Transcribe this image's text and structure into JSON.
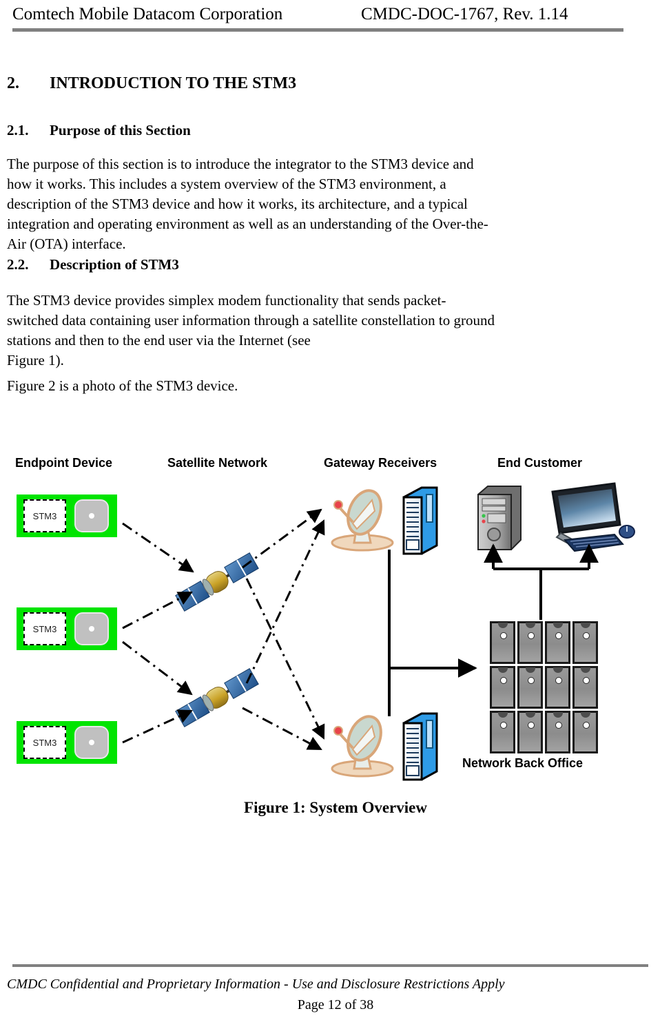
{
  "header": {
    "left": "Comtech Mobile Datacom Corporation",
    "right": "CMDC-DOC-1767, Rev. 1.14"
  },
  "sections": {
    "s2_number": "2.",
    "s2_title": "INTRODUCTION TO THE STM3",
    "s21_number": "2.1.",
    "s21_title": "Purpose of this Section",
    "s21_body": "The purpose of this section is to introduce the integrator to the STM3 device and how it works. This includes a system overview of the STM3 environment, a description of the STM3 device and how it works, its architecture, and a typical integration and operating environment as well as an understanding of the Over-the-Air (OTA) interface.",
    "s22_number": "2.2.",
    "s22_title": "Description of STM3",
    "s22_body": "The STM3 device provides simplex modem functionality that sends packet-switched data containing user information through a satellite constellation to ground stations and then to the end user via the Internet (see",
    "s22_ref": "Figure 1).",
    "s22_body2": "Figure 2 is a photo of the STM3 device."
  },
  "figure": {
    "caption": "Figure 1: System Overview",
    "columns": [
      {
        "label": "Endpoint Device"
      },
      {
        "label": "Satellite Network"
      },
      {
        "label": "Gateway Receivers"
      },
      {
        "label": "End Customer"
      }
    ],
    "endpoints": [
      {
        "label": "STM3"
      },
      {
        "label": "STM3"
      },
      {
        "label": "STM3"
      }
    ],
    "back_office_label": "Network Back Office",
    "back_office_unit_count": 12,
    "satellite_count": 2,
    "gateway_count": 2,
    "colors": {
      "endpoint_housing": "#00E400",
      "satellite_panel": "#2E6DB4",
      "satellite_body": "#C9A227",
      "dish_outline": "#D9A679",
      "dish_face": "#C9D8CF",
      "server_rack": "#2E9BE6",
      "back_office_unit": "#909090",
      "rule": "#808080"
    }
  },
  "footer": {
    "confidential": "CMDC Confidential and Proprietary Information - Use and Disclosure Restrictions Apply",
    "page": "Page 12 of 38"
  }
}
